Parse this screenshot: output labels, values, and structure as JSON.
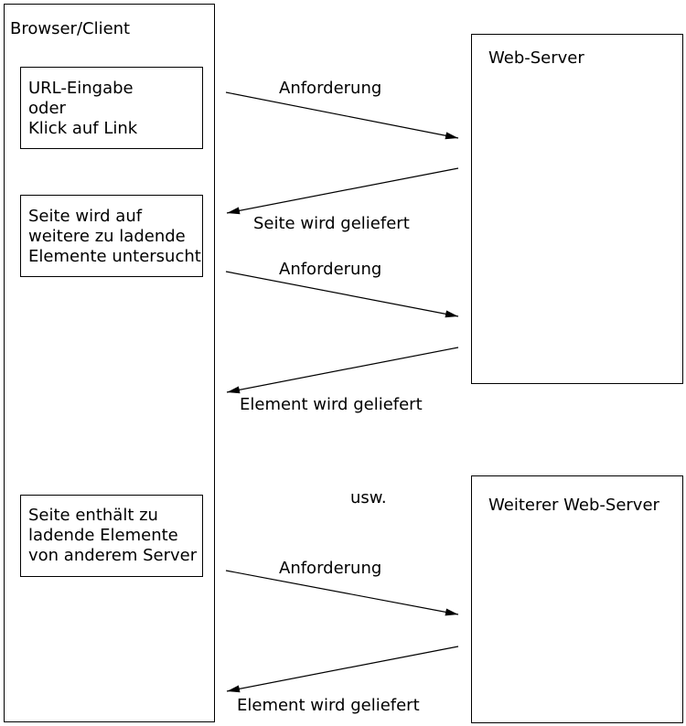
{
  "client": {
    "title": "Browser/Client",
    "step1": [
      "URL-Eingabe",
      "oder",
      "Klick auf Link"
    ],
    "step2": [
      "Seite wird auf",
      "weitere zu ladende",
      "Elemente untersucht"
    ],
    "step3": [
      "Seite enthält zu",
      "ladende Elemente",
      "von anderem Server"
    ]
  },
  "server1": {
    "title": "Web-Server"
  },
  "server2": {
    "title": "Weiterer Web-Server"
  },
  "messages": {
    "req1": "Anforderung",
    "resp1": "Seite wird geliefert",
    "req2": "Anforderung",
    "resp2": "Element wird geliefert",
    "etc": "usw.",
    "req3": "Anforderung",
    "resp3": "Element wird geliefert"
  }
}
